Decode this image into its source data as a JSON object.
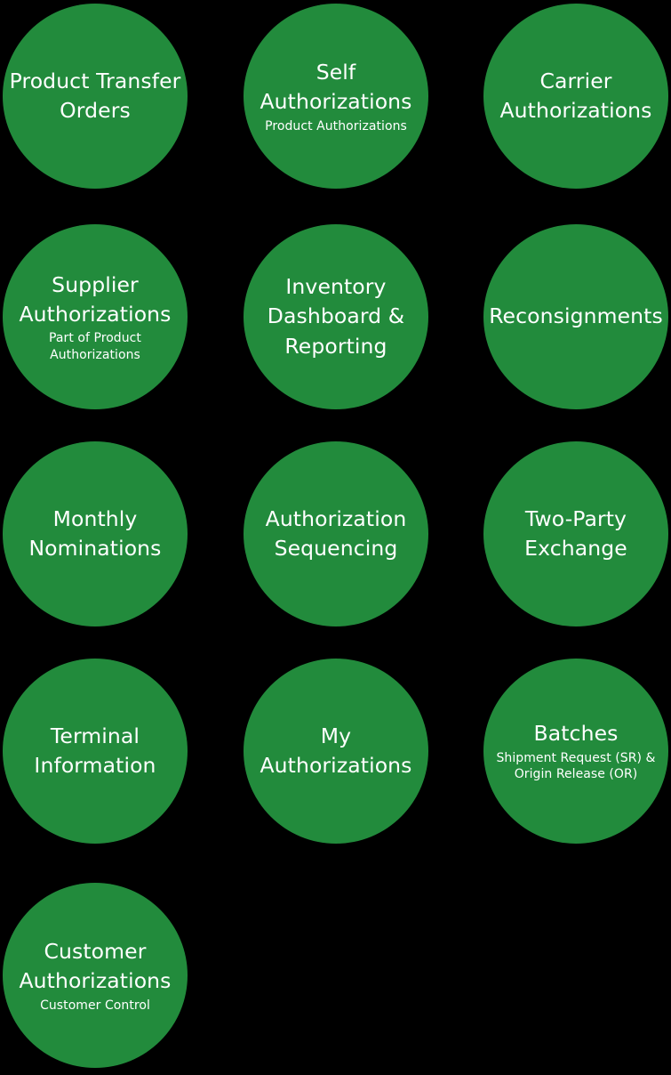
{
  "page": {
    "background_color": "#000000",
    "bubble_color": "#228B3C",
    "text_color": "#ffffff",
    "columns": 3,
    "rows": 5
  },
  "bubbles": [
    {
      "id": "product-transfer-orders",
      "title": "Product Transfer\nOrders",
      "subtitle": "",
      "row": 0,
      "col": 0
    },
    {
      "id": "self-authorizations",
      "title": "Self\nAuthorizations",
      "subtitle": "Product Authorizations",
      "row": 0,
      "col": 1
    },
    {
      "id": "carrier-authorizations",
      "title": "Carrier\nAuthorizations",
      "subtitle": "",
      "row": 0,
      "col": 2
    },
    {
      "id": "supplier-authorizations",
      "title": "Supplier\nAuthorizations",
      "subtitle": "Part of Product\nAuthorizations",
      "row": 1,
      "col": 0
    },
    {
      "id": "inventory-dashboard-and-reporting",
      "title": "Inventory\nDashboard &\nReporting",
      "subtitle": "",
      "row": 1,
      "col": 1
    },
    {
      "id": "reconsignments",
      "title": "Reconsignments",
      "subtitle": "",
      "row": 1,
      "col": 2
    },
    {
      "id": "monthly-nominations",
      "title": "Monthly\nNominations",
      "subtitle": "",
      "row": 2,
      "col": 0
    },
    {
      "id": "authorization-sequencing",
      "title": "Authorization\nSequencing",
      "subtitle": "",
      "row": 2,
      "col": 1
    },
    {
      "id": "two-party-exchange",
      "title": "Two-Party\nExchange",
      "subtitle": "",
      "row": 2,
      "col": 2
    },
    {
      "id": "terminal-information",
      "title": "Terminal\nInformation",
      "subtitle": "",
      "row": 3,
      "col": 0
    },
    {
      "id": "my-authorizations",
      "title": "My\nAuthorizations",
      "subtitle": "",
      "row": 3,
      "col": 1
    },
    {
      "id": "batches",
      "title": "Batches",
      "subtitle": "Shipment Request (SR) &\nOrigin Release (OR)",
      "row": 3,
      "col": 2
    },
    {
      "id": "customer-authorizations",
      "title": "Customer\nAuthorizations",
      "subtitle": "Customer Control",
      "row": 4,
      "col": 0
    }
  ]
}
